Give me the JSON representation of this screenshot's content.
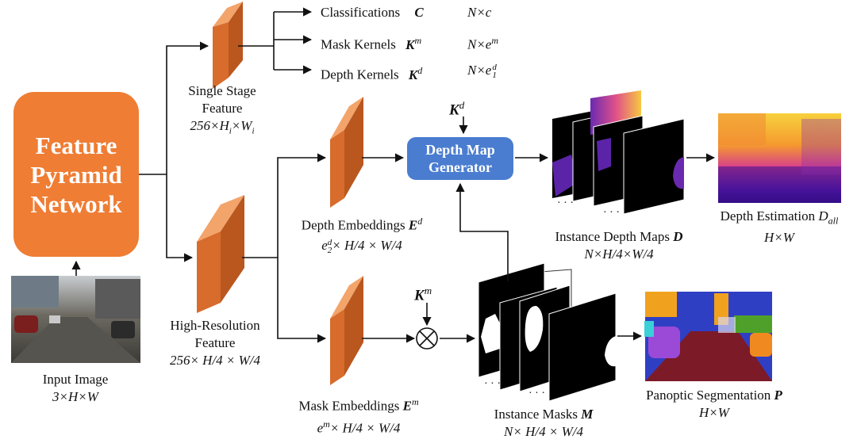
{
  "fpn": {
    "line1": "Feature",
    "line2": "Pyramid",
    "line3": "Network"
  },
  "dmg": {
    "line1": "Depth Map",
    "line2": "Generator"
  },
  "outputs": [
    {
      "label": "Classifications",
      "sym": "C",
      "dim": "N×c"
    },
    {
      "label": "Mask Kernels",
      "sym": "K",
      "sym_sup": "m",
      "dim": "N×e",
      "dim_sup": "m"
    },
    {
      "label": "Depth Kernels",
      "sym": "K",
      "sym_sup": "d",
      "dim": "N×e",
      "dim_sup": "d",
      "dim_sub": "1"
    }
  ],
  "single_stage": {
    "line1": "Single Stage",
    "line2": "Feature",
    "dim": "256×H",
    "dim_sub1": "i",
    "dim_mid": "×W",
    "dim_sub2": "i"
  },
  "high_res": {
    "line1": "High-Resolution",
    "line2": "Feature",
    "dim": "256× H/4 × W/4"
  },
  "input_image": {
    "line1": "Input Image",
    "dim": "3×H×W"
  },
  "depth_emb": {
    "label": "Depth Embeddings ",
    "sym": "E",
    "sym_sup": "d",
    "dim_pre": "e",
    "dim_sup": "d",
    "dim_sub": "2",
    "dim_post": "× H/4 × W/4"
  },
  "mask_emb": {
    "label": "Mask Embeddings ",
    "sym": "E",
    "sym_sup": "m",
    "dim_pre": "e",
    "dim_sup": "m",
    "dim_post": "× H/4 × W/4"
  },
  "kd_top": {
    "sym": "K",
    "sup": "d"
  },
  "km_mid": {
    "sym": "K",
    "sup": "m"
  },
  "inst_depth": {
    "label": "Instance Depth Maps ",
    "sym": "D",
    "dim": "N×H/4×W/4"
  },
  "depth_est": {
    "label": "Depth Estimation ",
    "sym": "D",
    "sub": "all",
    "dim": "H×W"
  },
  "inst_masks": {
    "label": "Instance Masks ",
    "sym": "M",
    "dim": "N× H/4 × W/4"
  },
  "panoptic": {
    "label": "Panoptic Segmentation ",
    "sym": "P",
    "dim": "H×W"
  },
  "dots": "· · ·",
  "colors": {
    "orange": "#ef7d34",
    "feature_face": "#d86c2c",
    "feature_side": "#f0a060",
    "blue": "#4a7dd0",
    "arrow": "#111111"
  }
}
